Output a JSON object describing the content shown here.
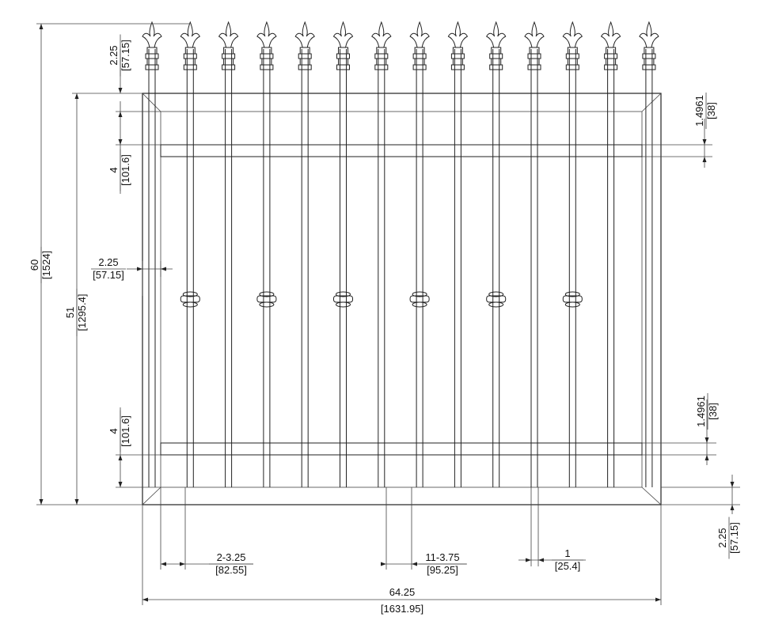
{
  "drawing": {
    "dimensions": {
      "overall_height": {
        "value": "60",
        "metric": "[1524]"
      },
      "frame_height": {
        "value": "51",
        "metric": "[1295.4]"
      },
      "finial_height": {
        "value": "2.25",
        "metric": "[57.15]"
      },
      "top_rail_offset": {
        "value": "4",
        "metric": "[101.6]"
      },
      "bottom_rail_offset": {
        "value": "4",
        "metric": "[101.6]"
      },
      "post_width_left": {
        "value": "2.25",
        "metric": "[57.15]"
      },
      "top_rail_height": {
        "value": "1.4961",
        "metric": "[38]"
      },
      "bottom_rail_height": {
        "value": "1.4961",
        "metric": "[38]"
      },
      "post_width_right": {
        "value": "2.25",
        "metric": "[57.15]"
      },
      "end_spacing": {
        "value": "2-3.25",
        "metric": "[82.55]"
      },
      "picket_spacing": {
        "value": "11-3.75",
        "metric": "[95.25]"
      },
      "picket_width": {
        "value": "1",
        "metric": "[25.4]"
      },
      "overall_width": {
        "value": "64.25",
        "metric": "[1631.95]"
      }
    }
  }
}
